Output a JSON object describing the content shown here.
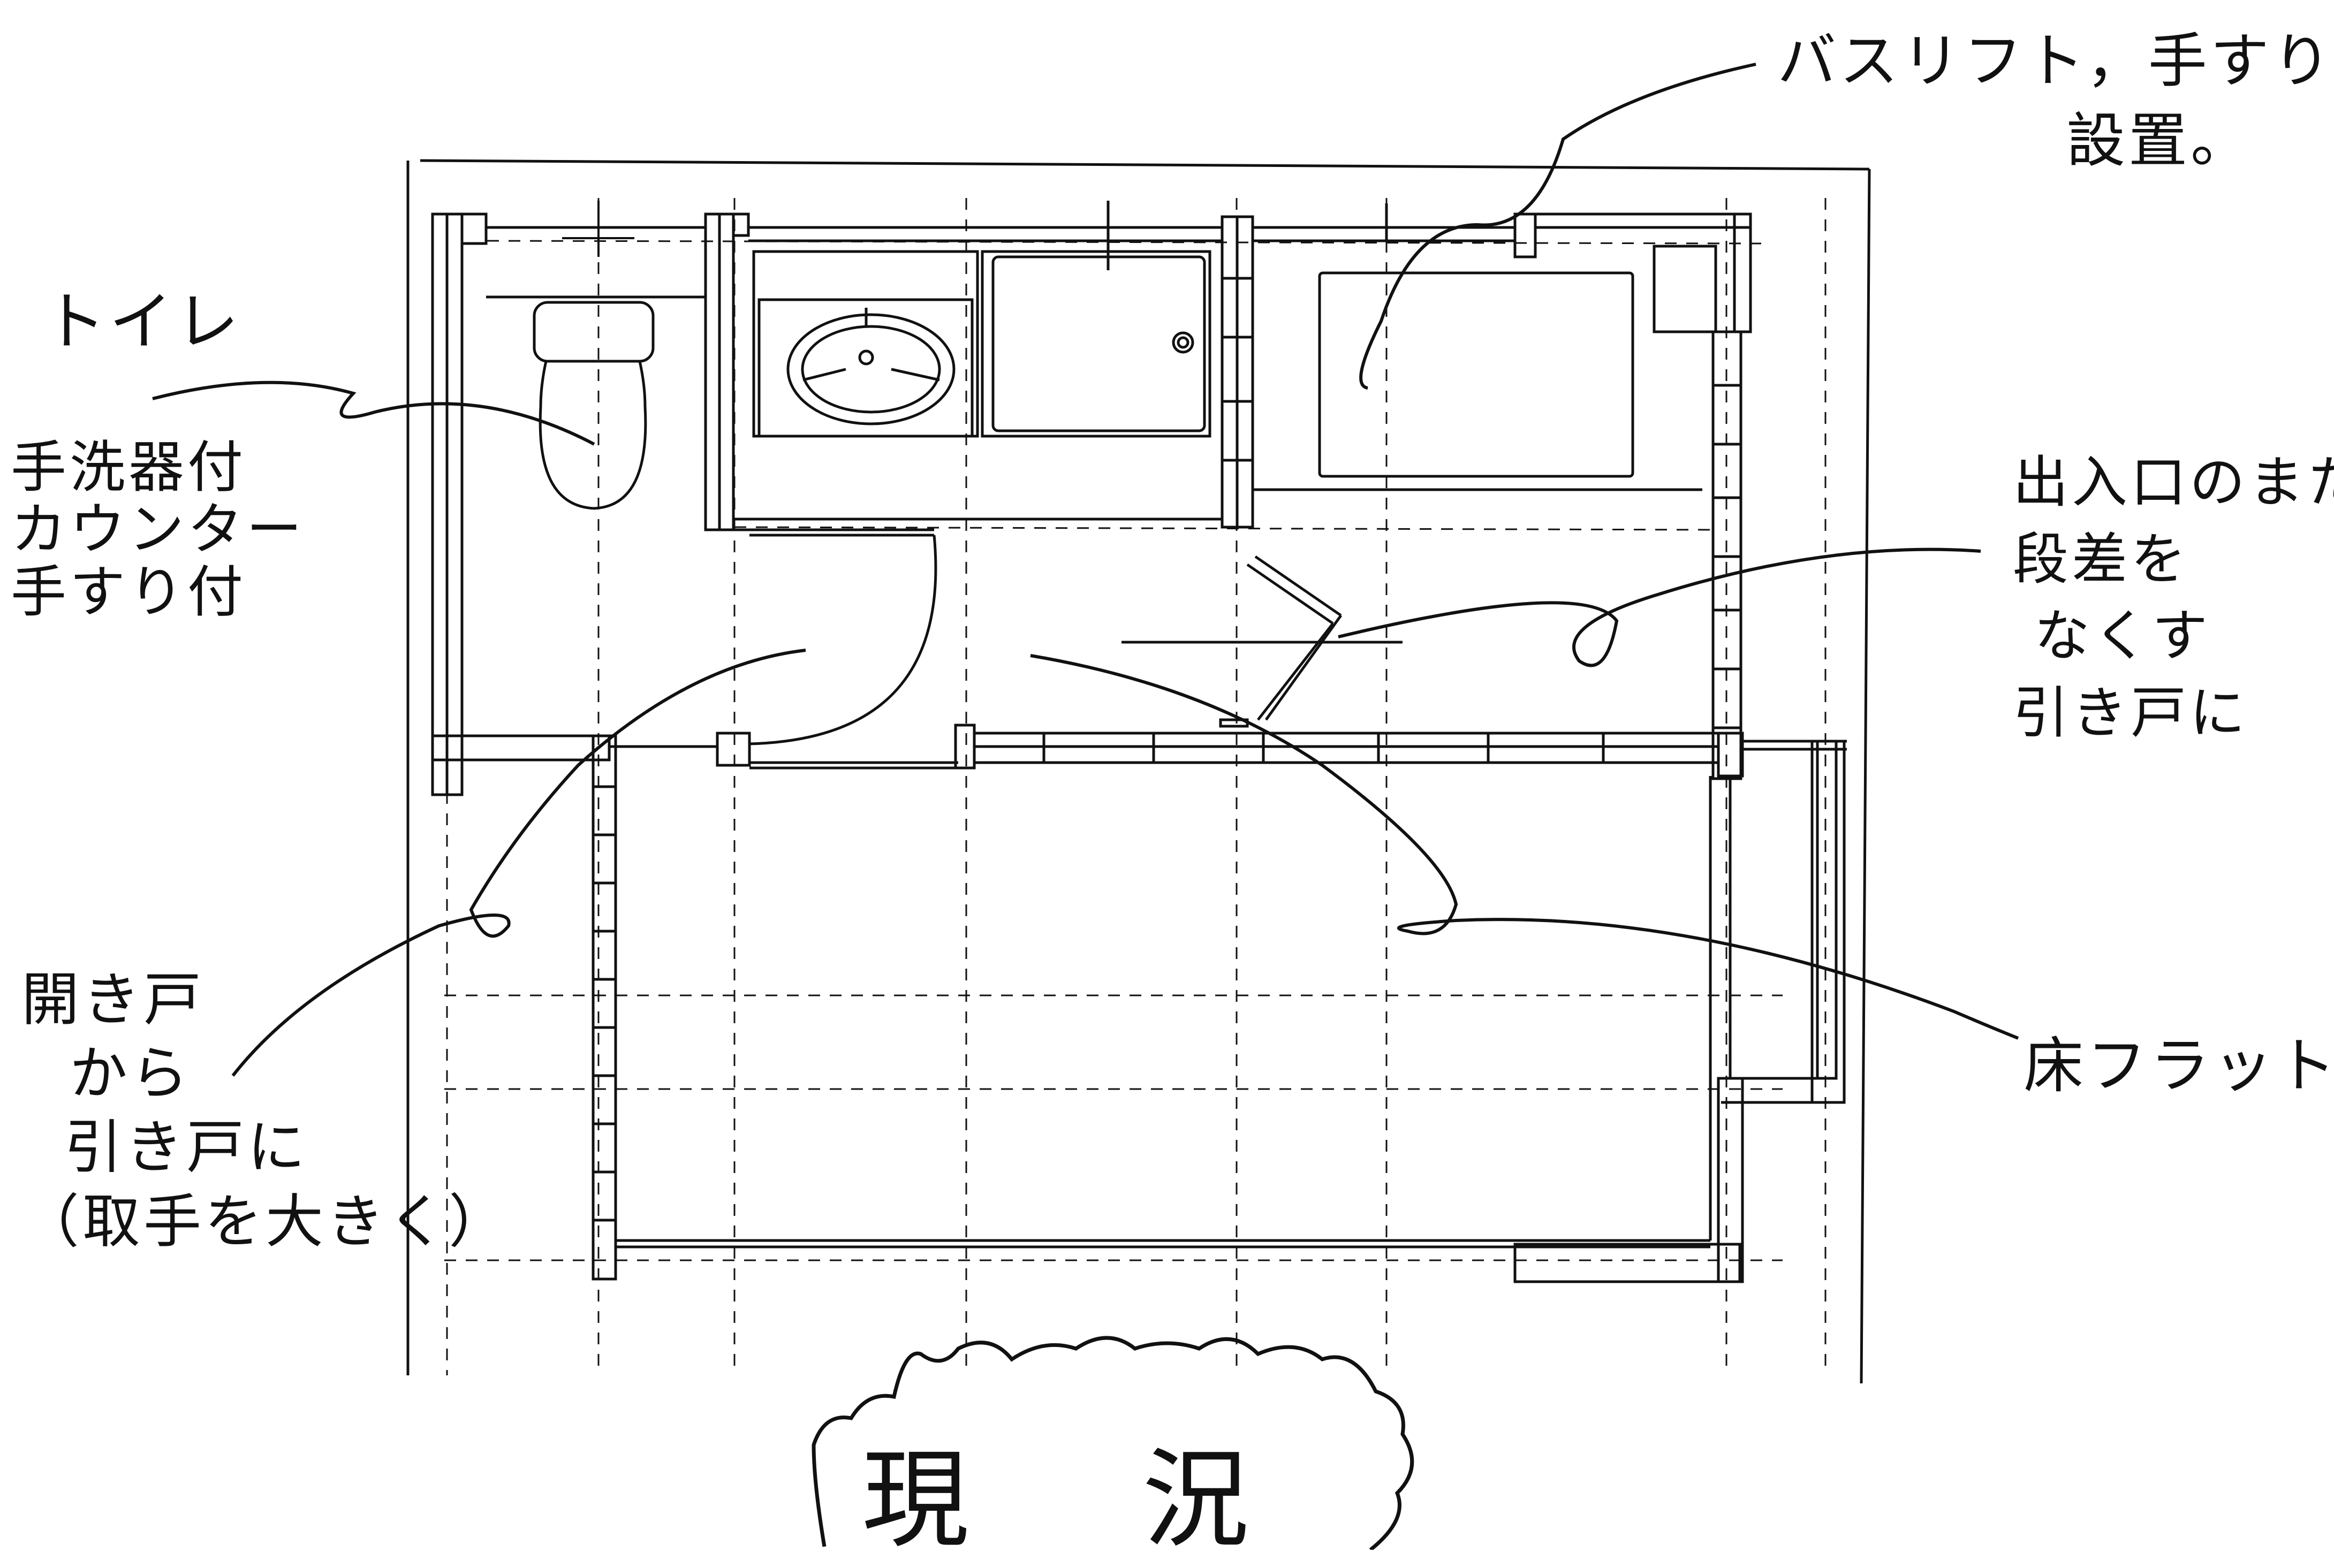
{
  "annotations": {
    "toilet": "トイレ",
    "counter": [
      "手洗器付",
      "カウンター",
      "手すり付"
    ],
    "swing_door": [
      "開き戸",
      "から",
      "引き戸に",
      "（取手を大きく）"
    ],
    "bath_lift": [
      "バスリフト，手すりの",
      "設置。"
    ],
    "entrance": [
      "出入口のまたぎ",
      "段差を",
      "なくす",
      "引き戸に"
    ],
    "floor_flat": "床フラット"
  },
  "title": "現 況",
  "colors": {
    "ink": "#111111",
    "paper": "#ffffff"
  }
}
